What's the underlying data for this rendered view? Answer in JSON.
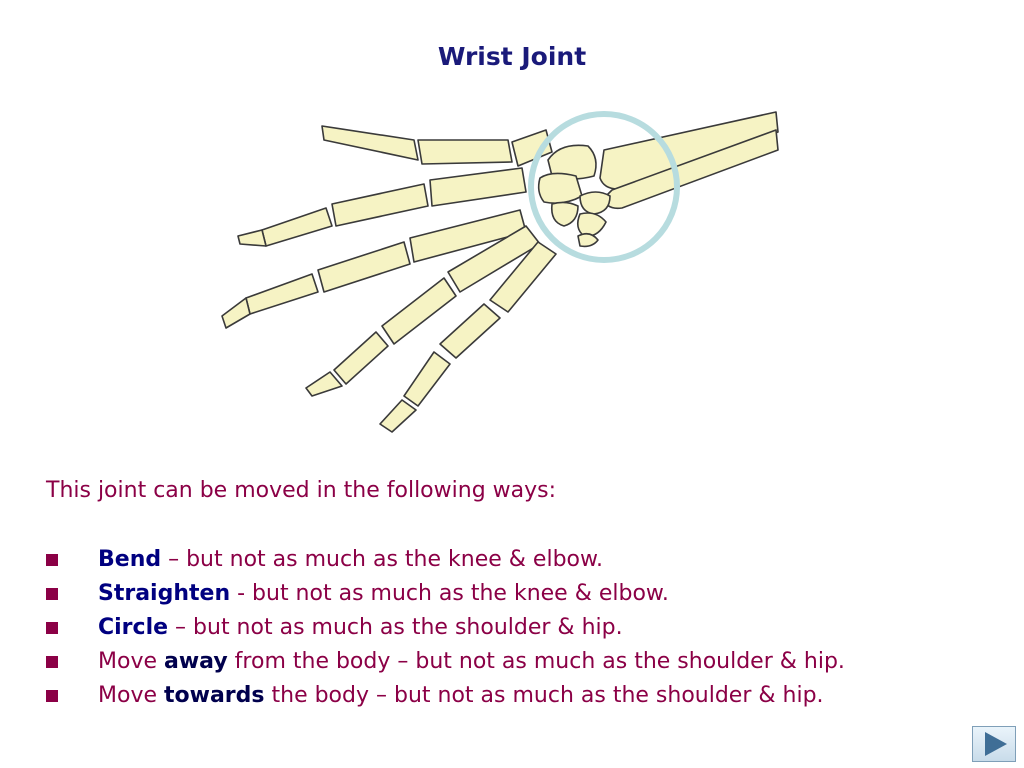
{
  "title": "Wrist Joint",
  "intro": "This joint can be moved in the following ways:",
  "bullets": [
    {
      "keyword": "Bend",
      "rest": " – but not as much as the knee & elbow."
    },
    {
      "keyword": "Straighten",
      "rest": " - but not as much as the knee & elbow."
    },
    {
      "keyword": "Circle",
      "rest": " – but not as much as the shoulder & hip."
    },
    {
      "prefix": "Move ",
      "keyword": "away",
      "rest": " from the body – but not as much as the shoulder & hip."
    },
    {
      "prefix": "Move ",
      "keyword": "towards",
      "rest": " the body – but not as much as the shoulder & hip."
    }
  ],
  "colors": {
    "title": "#1a1a7a",
    "text_maroon": "#8b0046",
    "bone_fill": "#f6f3c4",
    "bone_stroke": "#3a3a3a",
    "circle": "#b7dcdf",
    "nav_arrow": "#3f6e96"
  },
  "icons": {
    "bullet": "square-bullet-icon",
    "next": "play-arrow-icon"
  }
}
